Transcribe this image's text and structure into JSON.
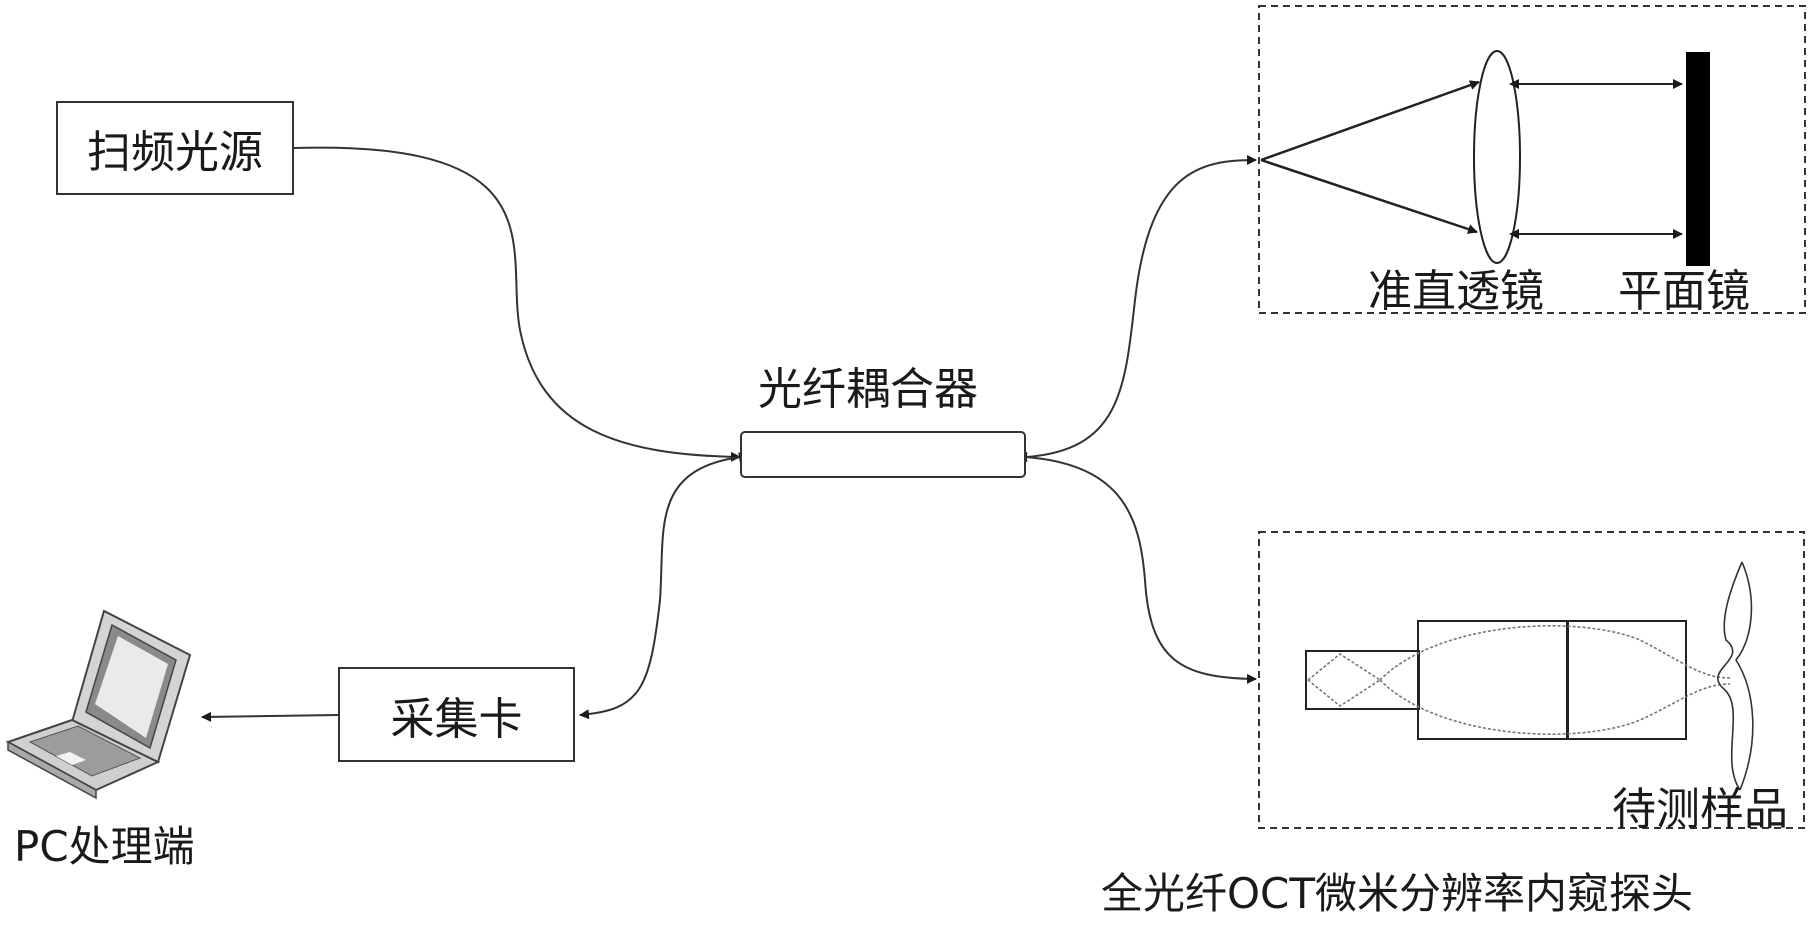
{
  "nodes": {
    "light_source": "扫频光源",
    "coupler": "光纤耦合器",
    "daq_card": "采集卡",
    "pc": "PC处理端",
    "collimating_lens": "准直透镜",
    "plane_mirror": "平面镜",
    "sample": "待测样品",
    "probe": "全光纤OCT微米分辨率内窥探头"
  }
}
